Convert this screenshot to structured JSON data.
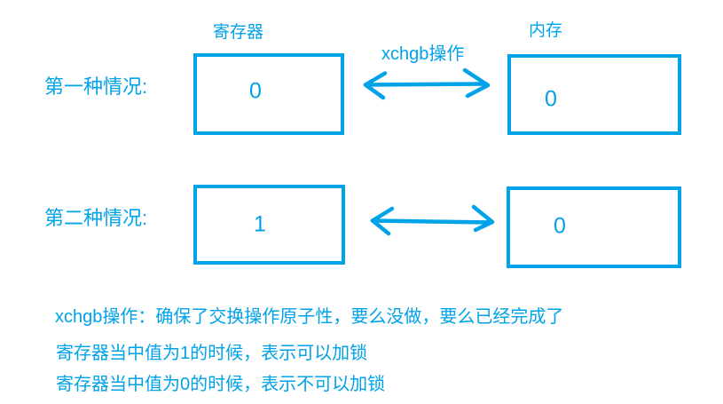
{
  "accent_color": "#00A2E8",
  "background_color": "#FFFFFF",
  "headers": {
    "register": "寄存器",
    "memory": "内存",
    "operation": "xchgb操作"
  },
  "icons": {
    "exchange": "double-headed-arrow"
  },
  "cases": [
    {
      "label": "第一种情况:",
      "register_value": "0",
      "memory_value": "0"
    },
    {
      "label": "第二种情况:",
      "register_value": "1",
      "memory_value": "0"
    }
  ],
  "notes": {
    "line1": "xchgb操作：确保了交换操作原子性，要么没做，要么已经完成了",
    "line2": "寄存器当中值为1的时候，表示可以加锁",
    "line3": "寄存器当中值为0的时候，表示不可以加锁"
  }
}
